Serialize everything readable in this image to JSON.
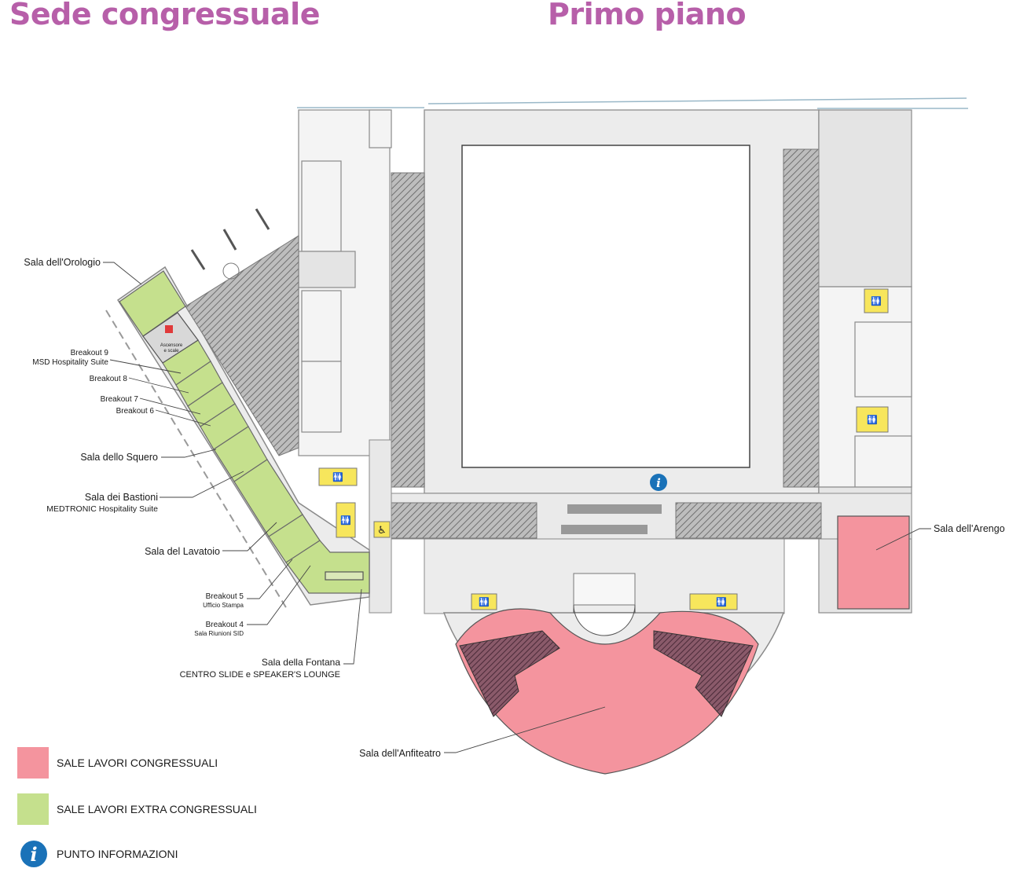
{
  "header": {
    "left_title": "Sede congressuale",
    "right_title": "Primo piano"
  },
  "rooms": {
    "orologio": "Sala dell'Orologio",
    "breakout9": "Breakout 9",
    "msd": "MSD Hospitality Suite",
    "breakout8": "Breakout 8",
    "breakout7": "Breakout 7",
    "breakout6": "Breakout 6",
    "squero": "Sala dello Squero",
    "bastioni": "Sala dei Bastioni",
    "medtronic": "MEDTRONIC Hospitality Suite",
    "lavatoio": "Sala del Lavatoio",
    "breakout5": "Breakout 5",
    "ufficio": "Ufficio Stampa",
    "breakout4": "Breakout 4",
    "riunioni": "Sala Riunioni SID",
    "fontana": "Sala della Fontana",
    "centro_slide": "CENTRO SLIDE e SPEAKER'S LOUNGE",
    "arengo": "Sala dell'Arengo",
    "anfiteatro": "Sala dell'Anfiteatro",
    "ascensore_1": "Ascensore",
    "ascensore_2": "e scale"
  },
  "legend": [
    {
      "label": "SALE LAVORI CONGRESSUALI",
      "color": "#f4949e",
      "icon": "swatch"
    },
    {
      "label": "SALE LAVORI EXTRA CONGRESSUALI",
      "color": "#c5e08d",
      "icon": "swatch"
    },
    {
      "label": "PUNTO INFORMAZIONI",
      "color": "#1a72b8",
      "icon": "info-icon",
      "glyph": "i"
    }
  ],
  "colors": {
    "title": "#b75fa9",
    "congress": "#f4949e",
    "extra": "#c5e08d",
    "info": "#1a72b8",
    "restroom": "#f7e65c",
    "floor": "#ececec",
    "hatch": "#8a8a8a"
  },
  "map_icons": {
    "info": "i",
    "restroom": "restroom-icon",
    "accessible": "wheelchair-icon",
    "elevator": "elevator-icon"
  }
}
